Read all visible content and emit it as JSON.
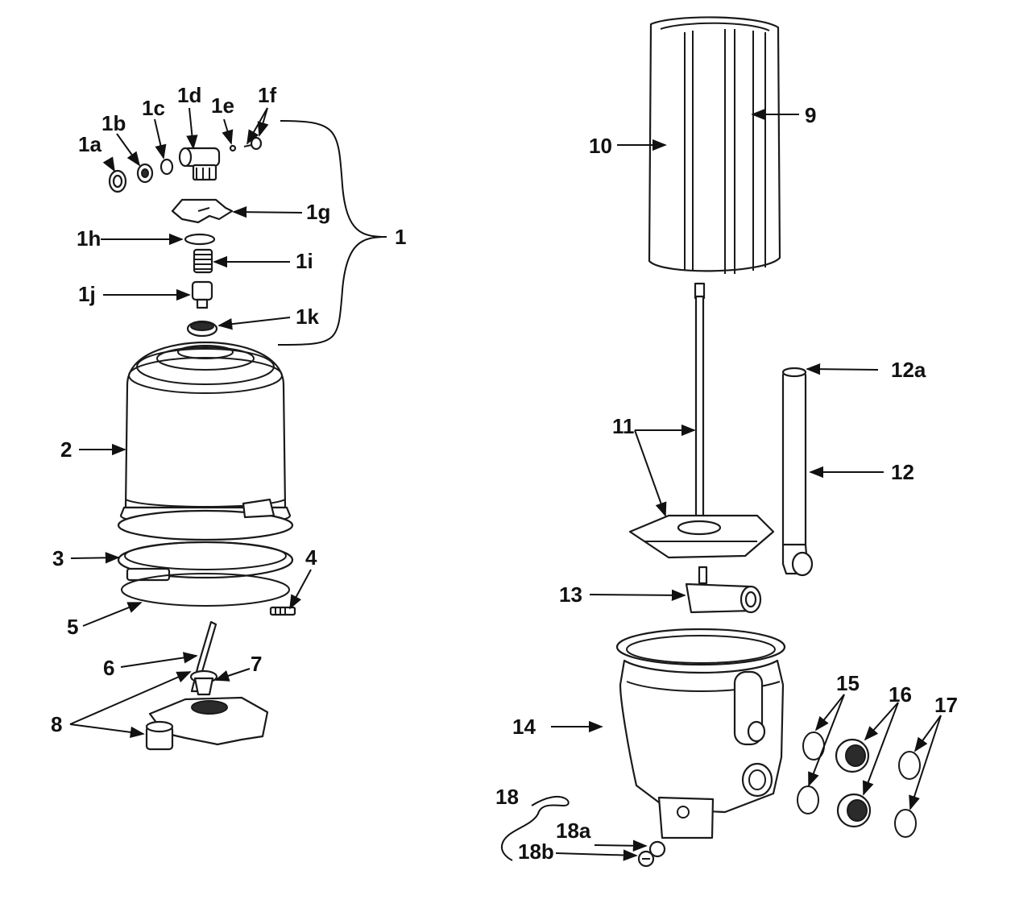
{
  "labels": {
    "p1": "1",
    "p1a": "1a",
    "p1b": "1b",
    "p1c": "1c",
    "p1d": "1d",
    "p1e": "1e",
    "p1f": "1f",
    "p1g": "1g",
    "p1h": "1h",
    "p1i": "1i",
    "p1j": "1j",
    "p1k": "1k",
    "p2": "2",
    "p3": "3",
    "p4": "4",
    "p5": "5",
    "p6": "6",
    "p7": "7",
    "p8": "8",
    "p9": "9",
    "p10": "10",
    "p11": "11",
    "p12": "12",
    "p12a": "12a",
    "p13": "13",
    "p14": "14",
    "p15": "15",
    "p16": "16",
    "p17": "17",
    "p18": "18",
    "p18a": "18a",
    "p18b": "18b"
  },
  "colors": {
    "line": "#1a1a1a",
    "background": "#ffffff"
  }
}
